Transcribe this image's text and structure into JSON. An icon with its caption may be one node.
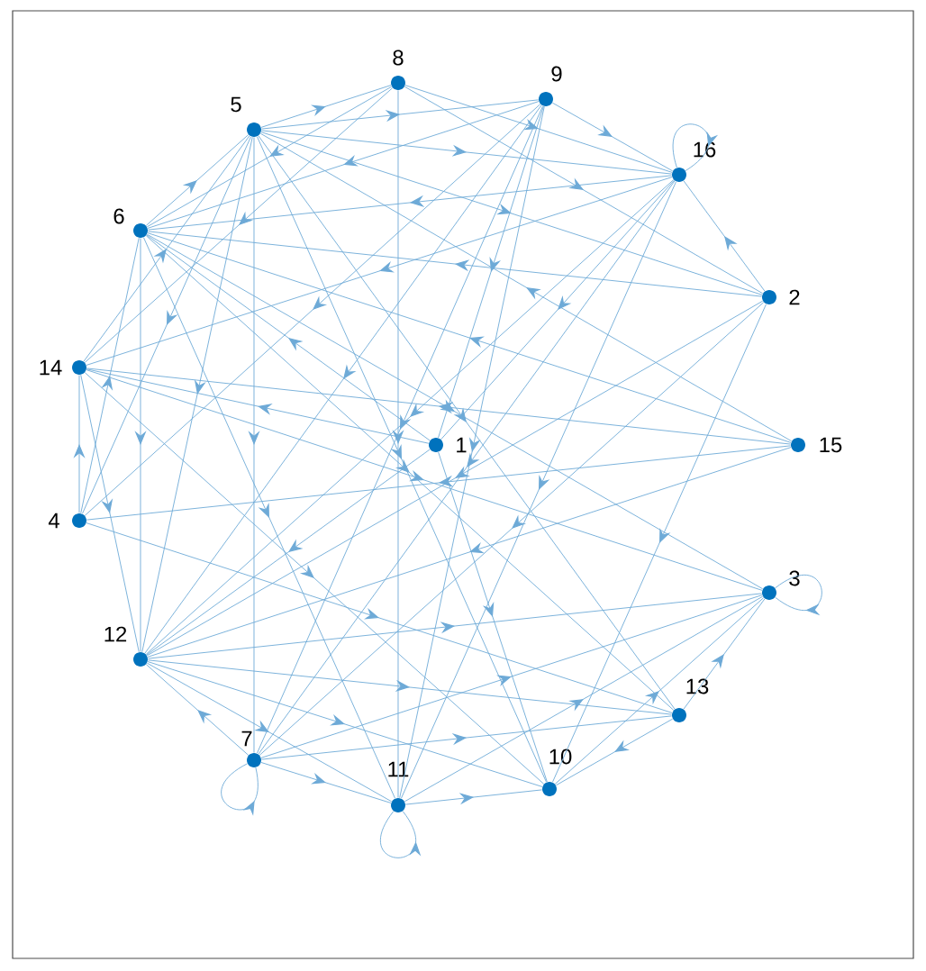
{
  "diagram": {
    "nodes": [
      {
        "text": [
          "1"
        ]
      },
      {
        "text": [
          "2"
        ]
      },
      {
        "text": [
          "3"
        ]
      },
      {
        "text": [
          "4"
        ]
      },
      {
        "text": [
          "5"
        ]
      },
      {
        "text": [
          "6"
        ]
      },
      {
        "text": [
          "7"
        ]
      },
      {
        "text": [
          "8"
        ]
      },
      {
        "text": [
          "9"
        ]
      },
      {
        "text": [
          "10"
        ]
      },
      {
        "text": [
          "11"
        ]
      },
      {
        "text": [
          "12"
        ]
      },
      {
        "text": [
          "13"
        ]
      },
      {
        "text": [
          "14"
        ]
      },
      {
        "text": [
          "15"
        ]
      },
      {
        "text": [
          "16"
        ]
      }
    ],
    "edges": [
      {
        "from": 5,
        "to": 4,
        "arrow": "to"
      },
      {
        "from": 4,
        "to": 7,
        "arrow": "to"
      },
      {
        "from": 4,
        "to": 8,
        "arrow": "to"
      },
      {
        "from": 4,
        "to": 15,
        "arrow": "to"
      },
      {
        "from": 4,
        "to": 1,
        "arrow": "to"
      },
      {
        "from": 4,
        "to": 6,
        "arrow": "to"
      },
      {
        "from": 4,
        "to": 9,
        "arrow": "to"
      },
      {
        "from": 4,
        "to": 11,
        "arrow": "to"
      },
      {
        "from": 4,
        "to": 12,
        "arrow": "to"
      },
      {
        "from": 4,
        "to": 3,
        "arrow": "to"
      },
      {
        "from": 7,
        "to": 10,
        "arrow": "to"
      },
      {
        "from": 7,
        "to": 15,
        "arrow": "to"
      },
      {
        "from": 7,
        "to": 1,
        "arrow": "to"
      },
      {
        "from": 7,
        "to": 5,
        "arrow": "to"
      },
      {
        "from": 7,
        "to": 13,
        "arrow": "to"
      },
      {
        "from": 8,
        "to": 15,
        "arrow": "to"
      },
      {
        "from": 8,
        "to": 0,
        "arrow": "to"
      },
      {
        "from": 8,
        "to": 5,
        "arrow": "to"
      },
      {
        "from": 8,
        "to": 11,
        "arrow": "to"
      },
      {
        "from": 8,
        "to": 6,
        "arrow": "to"
      },
      {
        "from": 8,
        "to": 3,
        "arrow": "to"
      },
      {
        "from": 8,
        "to": 10,
        "arrow": "to"
      },
      {
        "from": 15,
        "to": 15,
        "arrow": "to"
      },
      {
        "from": 15,
        "to": 0,
        "arrow": "to"
      },
      {
        "from": 15,
        "to": 11,
        "arrow": "to"
      },
      {
        "from": 15,
        "to": 6,
        "arrow": "to"
      },
      {
        "from": 15,
        "to": 10,
        "arrow": "to"
      },
      {
        "from": 15,
        "to": 13,
        "arrow": "to"
      },
      {
        "from": 15,
        "to": 5,
        "arrow": "to"
      },
      {
        "from": 1,
        "to": 15,
        "arrow": "to"
      },
      {
        "from": 1,
        "to": 5,
        "arrow": "to"
      },
      {
        "from": 1,
        "to": 11,
        "arrow": "to"
      },
      {
        "from": 1,
        "to": 6,
        "arrow": "to"
      },
      {
        "from": 1,
        "to": 9,
        "arrow": "to"
      },
      {
        "from": 14,
        "to": 13,
        "arrow": "to"
      },
      {
        "from": 14,
        "to": 5,
        "arrow": "to"
      },
      {
        "from": 14,
        "to": 3,
        "arrow": "to"
      },
      {
        "from": 14,
        "to": 11,
        "arrow": "to"
      },
      {
        "from": 14,
        "to": 4,
        "arrow": "to"
      },
      {
        "from": 0,
        "to": 13,
        "arrow": "to"
      },
      {
        "from": 0,
        "to": 9,
        "arrow": "to"
      },
      {
        "from": 0,
        "to": 11,
        "arrow": "to"
      },
      {
        "from": 0,
        "to": 5,
        "arrow": "to"
      },
      {
        "from": 13,
        "to": 9,
        "arrow": "to"
      },
      {
        "from": 13,
        "to": 11,
        "arrow": "to"
      },
      {
        "from": 13,
        "to": 2,
        "arrow": "to"
      },
      {
        "from": 13,
        "to": 4,
        "arrow": "to"
      },
      {
        "from": 3,
        "to": 13,
        "arrow": "to"
      },
      {
        "from": 3,
        "to": 12,
        "arrow": "to"
      },
      {
        "from": 3,
        "to": 5,
        "arrow": "to"
      },
      {
        "from": 5,
        "to": 12,
        "arrow": "to"
      },
      {
        "from": 5,
        "to": 11,
        "arrow": "to"
      },
      {
        "from": 5,
        "to": 10,
        "arrow": "to"
      },
      {
        "from": 5,
        "to": 2,
        "arrow": "to"
      },
      {
        "from": 11,
        "to": 2,
        "arrow": "to"
      },
      {
        "from": 11,
        "to": 12,
        "arrow": "to"
      },
      {
        "from": 11,
        "to": 9,
        "arrow": "to"
      },
      {
        "from": 11,
        "to": 10,
        "arrow": "to"
      },
      {
        "from": 6,
        "to": 11,
        "arrow": "to"
      },
      {
        "from": 6,
        "to": 10,
        "arrow": "to"
      },
      {
        "from": 6,
        "to": 2,
        "arrow": "to"
      },
      {
        "from": 6,
        "to": 12,
        "arrow": "to"
      },
      {
        "from": 10,
        "to": 9,
        "arrow": "to"
      },
      {
        "from": 10,
        "to": 2,
        "arrow": "to"
      },
      {
        "from": 10,
        "to": 10,
        "arrow": "to"
      },
      {
        "from": 6,
        "to": 6,
        "arrow": "to"
      },
      {
        "from": 2,
        "to": 2,
        "arrow": "to"
      },
      {
        "from": 12,
        "to": 2,
        "arrow": "to"
      },
      {
        "from": 12,
        "to": 9,
        "arrow": "to"
      },
      {
        "from": 9,
        "to": 2,
        "arrow": "to"
      }
    ]
  }
}
